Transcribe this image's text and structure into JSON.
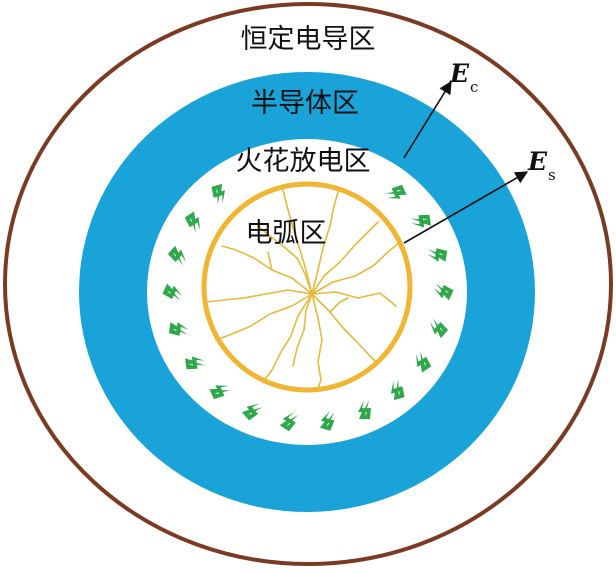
{
  "zones": {
    "constant_conduction": "恒定电导区",
    "semiconductor": "半导体区",
    "spark_discharge": "火花放电区",
    "arc": "电弧区"
  },
  "fields": {
    "ec": {
      "symbol": "E",
      "subscript": "c"
    },
    "es": {
      "symbol": "E",
      "subscript": "s"
    }
  },
  "icons": {
    "spark": "lightning-bolt-icon"
  },
  "colors": {
    "outer_ring": "#7a3b22",
    "semiconductor_ring": "#1aa3d9",
    "arc_ring": "#f0b531",
    "arc_channels": "#e6b93a",
    "sparks": "#2ea84a",
    "arrows": "#111111"
  }
}
